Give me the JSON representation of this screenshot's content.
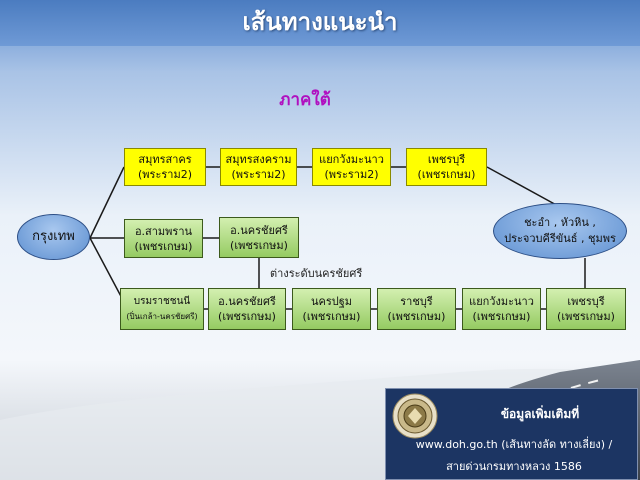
{
  "title": "เส้นทางแนะนำ",
  "region": "ภาคใต้",
  "origin": "กรุงเทพ",
  "destination": {
    "line1": "ชะอำ , หัวหิน ,",
    "line2": "ประจวบคีรีขันธ์ , ชุมพร"
  },
  "route_top": [
    {
      "place": "สมุทรสาคร",
      "road": "(พระราม2)"
    },
    {
      "place": "สมุทรสงคราม",
      "road": "(พระราม2)"
    },
    {
      "place": "แยกวังมะนาว",
      "road": "(พระราม2)"
    },
    {
      "place": "เพชรบุรี",
      "road": "(เพชรเกษม)"
    }
  ],
  "route_middle": [
    {
      "place": "อ.สามพราน",
      "road": "(เพชรเกษม)"
    },
    {
      "place": "อ.นครชัยศรี",
      "road": "(เพชรเกษม)"
    }
  ],
  "route_middle_note": "ต่างระดับนครชัยศรี",
  "route_bottom": [
    {
      "place": "บรมราชชนนี",
      "road": "(ปิ่นเกล้า-นครชัยศรี)"
    },
    {
      "place": "อ.นครชัยศรี",
      "road": "(เพชรเกษม)"
    },
    {
      "place": "นครปฐม",
      "road": "(เพชรเกษม)"
    },
    {
      "place": "ราชบุรี",
      "road": "(เพชรเกษม)"
    },
    {
      "place": "แยกวังมะนาว",
      "road": "(เพชรเกษม)"
    },
    {
      "place": "เพชรบุรี",
      "road": "(เพชรเกษม)"
    }
  ],
  "info": {
    "title": "ข้อมูลเพิ่มเติมที่",
    "website": "www.doh.go.th (เส้นทางลัด ทางเลี่ยง) /",
    "hotline": "สายด่วนกรมทางหลวง 1586"
  },
  "colors": {
    "sky": "#5d8ccf",
    "yellow_box": "#ffff00",
    "green_box": "#95cb62",
    "ellipse": "#7aa7de",
    "region_text": "#b010c0",
    "info_panel": "#1c3563"
  }
}
